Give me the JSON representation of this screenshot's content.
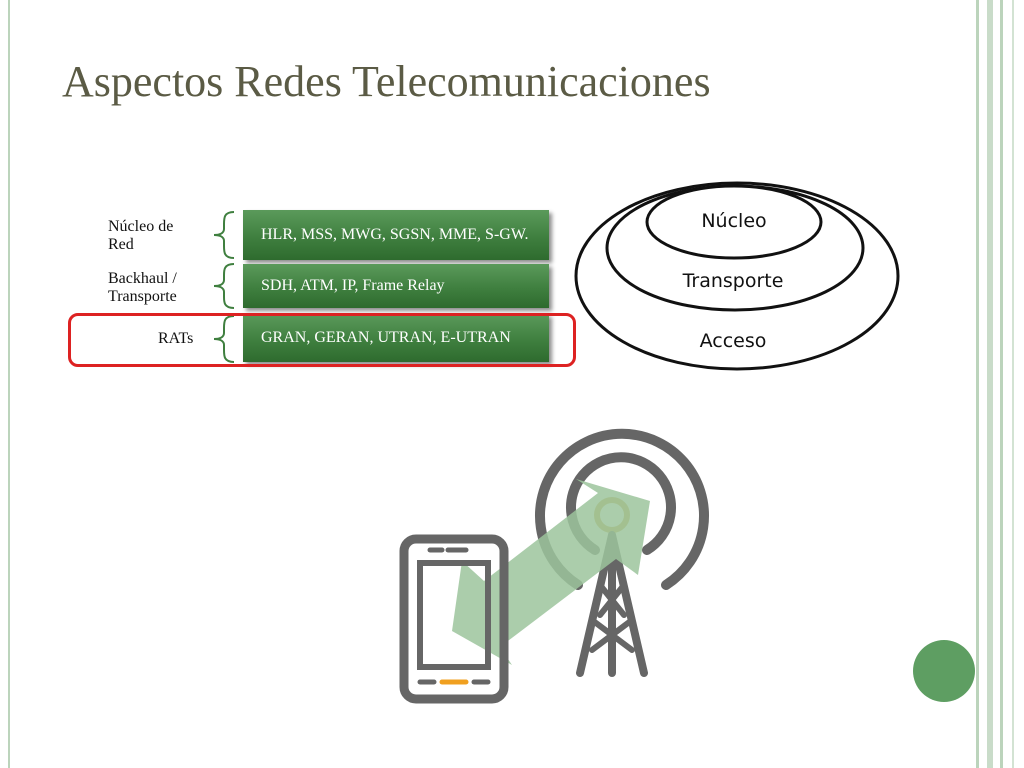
{
  "slide": {
    "title": "Aspectos Redes Telecomunicaciones"
  },
  "layers": [
    {
      "label": "Núcleo de Red",
      "content": "HLR, MSS, MWG, SGSN, MME, S-GW."
    },
    {
      "label": "Backhaul / Transporte",
      "content": "SDH, ATM, IP, Frame Relay"
    },
    {
      "label": "RATs",
      "content": "GRAN, GERAN, UTRAN, E-UTRAN"
    }
  ],
  "onion": {
    "inner": "Núcleo",
    "middle": "Transporte",
    "outer": "Acceso"
  },
  "colors": {
    "title": "#5b5b45",
    "box_green": "#3f7f3f",
    "highlight": "#dd2222",
    "frame": "#bcd4bc",
    "nav_circle": "#5e9e62",
    "icon_gray": "#666666",
    "tower_ring": "#c9a94a",
    "arrow": "#9cc49c"
  },
  "icons": [
    "smartphone-icon",
    "cell-tower-icon",
    "signal-arrow-icon"
  ]
}
